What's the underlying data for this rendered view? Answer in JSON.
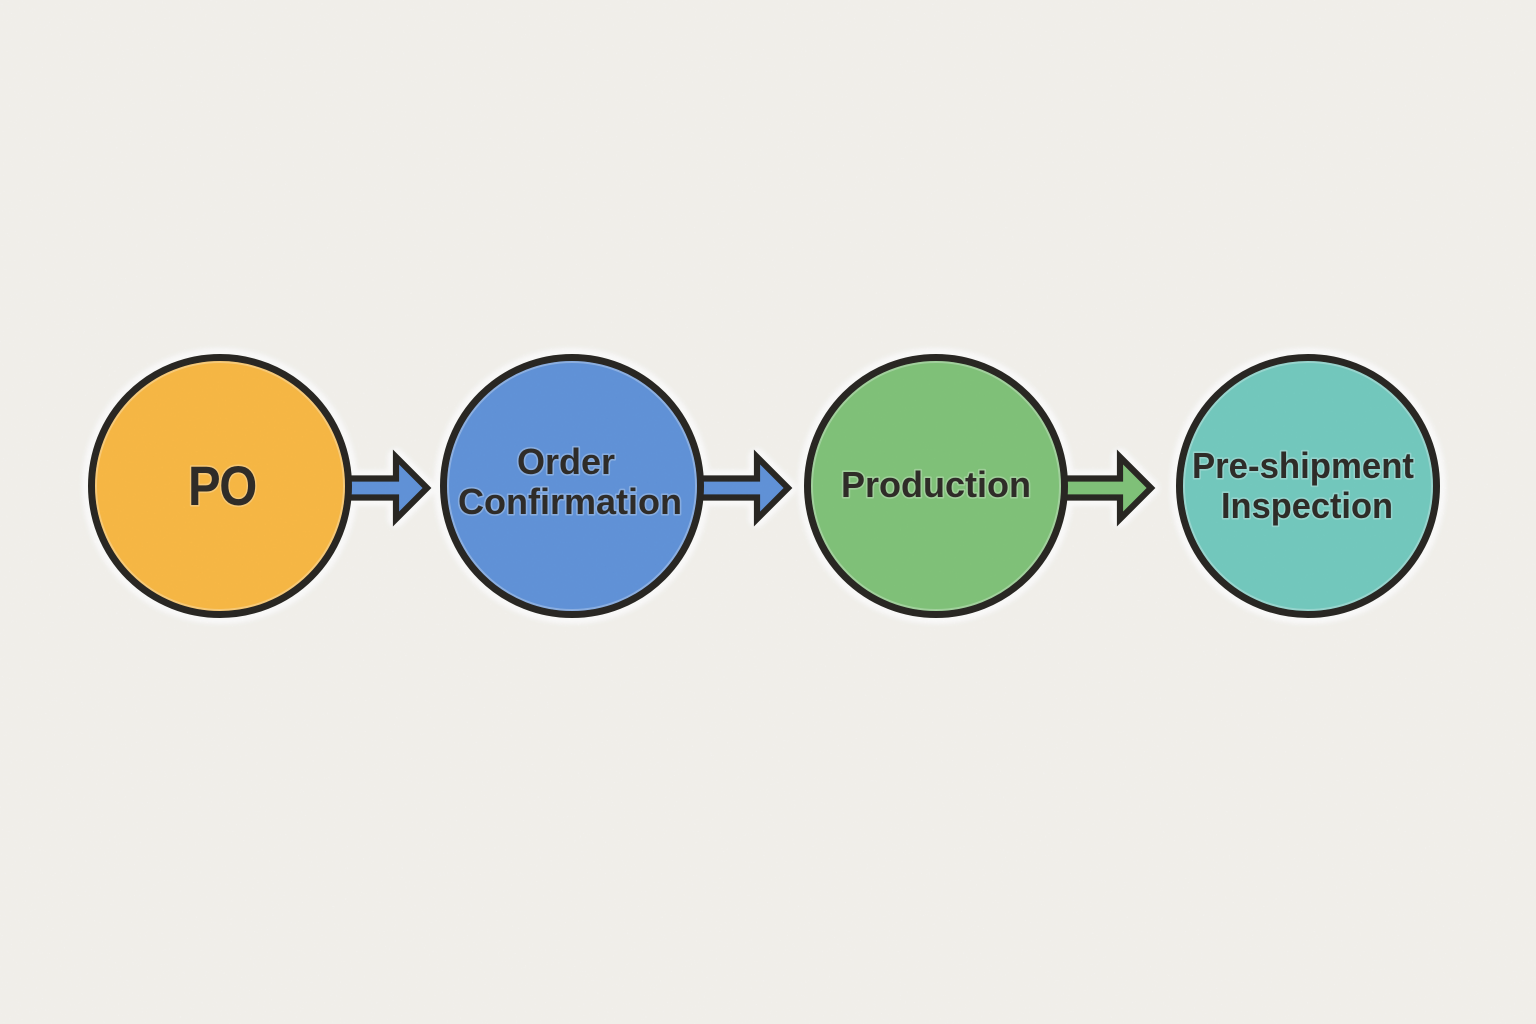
{
  "diagram": {
    "background_color": "#f5f3ef",
    "outline_color": "#201e1a",
    "text_color": "#26231f",
    "halo_color": "#ffffff",
    "nodes": [
      {
        "id": "po",
        "label": "PO",
        "lines": [
          "PO"
        ],
        "fill": "#fbb73d"
      },
      {
        "id": "order-confirmation",
        "label": "Order Confirmation",
        "lines": [
          "Order",
          "Confirmation"
        ],
        "fill": "#5a90da"
      },
      {
        "id": "production",
        "label": "Production",
        "lines": [
          "Production"
        ],
        "fill": "#7cc275"
      },
      {
        "id": "pre-shipment-inspection",
        "label": "Pre-shipment Inspection",
        "lines": [
          "Pre-shipment",
          "Inspection"
        ],
        "fill": "#6ec9be"
      }
    ],
    "connectors": [
      {
        "from": "po",
        "to": "order-confirmation",
        "fill": "#5a90da"
      },
      {
        "from": "order-confirmation",
        "to": "production",
        "fill": "#5a90da"
      },
      {
        "from": "production",
        "to": "pre-shipment-inspection",
        "fill": "#7cc275"
      }
    ]
  }
}
